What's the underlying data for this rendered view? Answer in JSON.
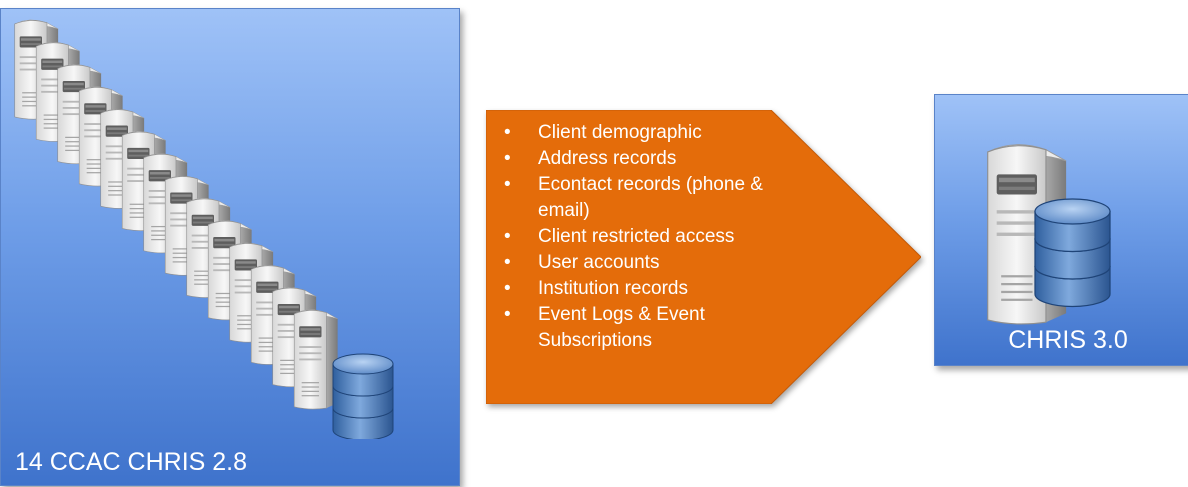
{
  "source_panel": {
    "label": "14 CCAC CHRIS 2.8",
    "server_count": 14,
    "server_icon": "server-icon",
    "database_icon": "database-icon"
  },
  "migration_arrow": {
    "color": "#e46c0a",
    "items": [
      "Client demographic",
      "Address records",
      "Econtact records (phone & email)",
      "Client restricted access",
      "User accounts",
      "Institution records",
      "Event Logs & Event Subscriptions"
    ]
  },
  "target_panel": {
    "label": "CHRIS 3.0",
    "server_icon": "server-icon",
    "database_icon": "database-icon"
  }
}
